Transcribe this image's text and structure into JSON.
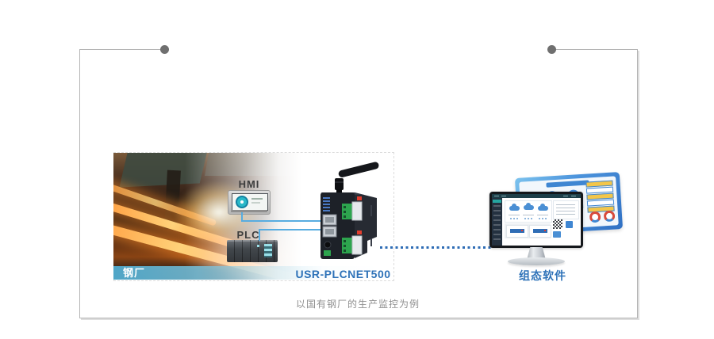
{
  "caption": {
    "text": "以国有钢厂的生产监控为例"
  },
  "nodes": {
    "factory": {
      "label": "钢厂"
    },
    "hmi": {
      "label": "HMI"
    },
    "plc": {
      "label": "PLC"
    },
    "gateway": {
      "label": "USR-PLCNET500"
    },
    "software": {
      "label": "组态软件"
    }
  },
  "connections": [
    {
      "from": "hmi",
      "to": "gateway",
      "style": "solid"
    },
    {
      "from": "plc",
      "to": "gateway",
      "style": "solid"
    },
    {
      "from": "gateway",
      "to": "software",
      "style": "dotted"
    }
  ],
  "colors": {
    "accent_blue": "#2e72b8",
    "line_blue": "#57ace0",
    "dotted_blue": "#2e6cb5",
    "band_teal": "#50aacd",
    "label_gray": "#3d3d3d",
    "caption_gray": "#8f8f8f",
    "frame_gray": "#b5b5b5",
    "dot_gray": "#6f6f6f"
  }
}
